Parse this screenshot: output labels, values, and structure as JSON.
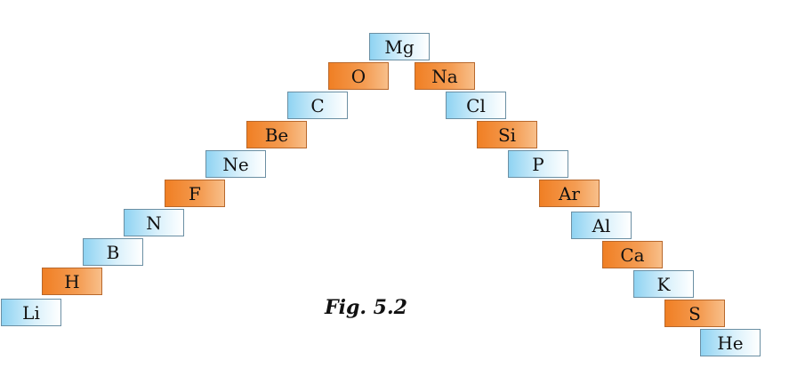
{
  "diagram": {
    "elements": [
      {
        "symbol": "Li",
        "color": "blue"
      },
      {
        "symbol": "H",
        "color": "orange"
      },
      {
        "symbol": "B",
        "color": "blue"
      },
      {
        "symbol": "N",
        "color": "blue"
      },
      {
        "symbol": "F",
        "color": "orange"
      },
      {
        "symbol": "Ne",
        "color": "blue"
      },
      {
        "symbol": "Be",
        "color": "orange"
      },
      {
        "symbol": "C",
        "color": "blue"
      },
      {
        "symbol": "O",
        "color": "orange"
      },
      {
        "symbol": "Mg",
        "color": "blue"
      },
      {
        "symbol": "Na",
        "color": "orange"
      },
      {
        "symbol": "Cl",
        "color": "blue"
      },
      {
        "symbol": "Si",
        "color": "orange"
      },
      {
        "symbol": "P",
        "color": "blue"
      },
      {
        "symbol": "Ar",
        "color": "orange"
      },
      {
        "symbol": "Al",
        "color": "blue"
      },
      {
        "symbol": "Ca",
        "color": "orange"
      },
      {
        "symbol": "K",
        "color": "blue"
      },
      {
        "symbol": "S",
        "color": "orange"
      },
      {
        "symbol": "He",
        "color": "blue"
      }
    ],
    "caption": "Fig. 5.2"
  }
}
